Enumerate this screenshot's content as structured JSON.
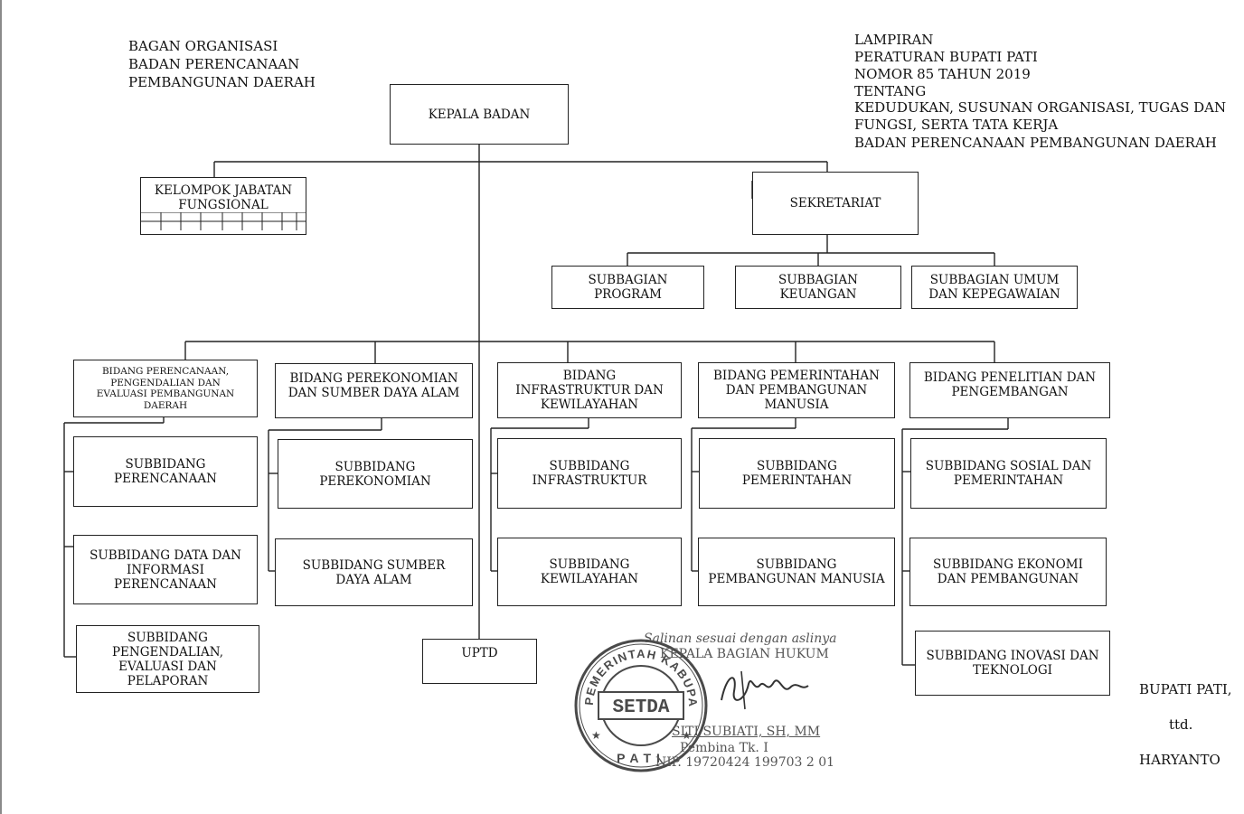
{
  "title": {
    "lines": [
      "BAGAN ORGANISASI",
      "BADAN PERENCANAAN",
      "PEMBANGUNAN DAERAH"
    ]
  },
  "lampiran": {
    "lines": [
      "LAMPIRAN",
      "PERATURAN BUPATI PATI",
      "NOMOR 85   TAHUN 2019",
      "TENTANG",
      "KEDUDUKAN, SUSUNAN ORGANISASI, TUGAS DAN",
      "FUNGSI, SERTA TATA KERJA",
      "BADAN PERENCANAAN PEMBANGUNAN DAERAH"
    ]
  },
  "units": {
    "kepala": "KEPALA BADAN",
    "kelompok": "KELOMPOK JABATAN\nFUNGSIONAL",
    "sekretariat": "SEKRETARIAT",
    "subbagian_program": "SUBBAGIAN\nPROGRAM",
    "subbagian_keuangan": "SUBBAGIAN\nKEUANGAN",
    "subbagian_umum": "SUBBAGIAN UMUM\nDAN KEPEGAWAIAN",
    "bidang_perencanaan": "BIDANG PERENCANAAN,\nPENGENDALIAN  DAN\nEVALUASI PEMBANGUNAN\nDAERAH",
    "bidang_perekonomian": "BIDANG PEREKONOMIAN\nDAN SUMBER DAYA ALAM",
    "bidang_infrastruktur": "BIDANG\nINFRASTRUKTUR DAN\nKEWILAYAHAN",
    "bidang_pemerintahan": "BIDANG PEMERINTAHAN\nDAN PEMBANGUNAN\nMANUSIA",
    "bidang_penelitian": "BIDANG PENELITIAN DAN\nPENGEMBANGAN",
    "sub_perencanaan": "SUBBIDANG\nPERENCANAAN",
    "sub_data": "SUBBIDANG DATA DAN\nINFORMASI\nPERENCANAAN",
    "sub_pengendalian": "SUBBIDANG\nPENGENDALIAN,\nEVALUASI DAN\nPELAPORAN",
    "sub_perekonomian": "SUBBIDANG\nPEREKONOMIAN",
    "sub_sda": "SUBBIDANG SUMBER\nDAYA ALAM",
    "sub_infrastruktur": "SUBBIDANG\nINFRASTRUKTUR",
    "sub_kewilayahan": "SUBBIDANG\nKEWILAYAHAN",
    "sub_pemerintahan": "SUBBIDANG\nPEMERINTAHAN",
    "sub_pembangunan_manusia": "SUBBIDANG\nPEMBANGUNAN MANUSIA",
    "sub_sosial": "SUBBIDANG SOSIAL DAN\nPEMERINTAHAN",
    "sub_ekonomi": "SUBBIDANG EKONOMI\nDAN PEMBANGUNAN",
    "sub_inovasi": "SUBBIDANG INOVASI DAN\nTEKNOLOGI",
    "uptd": "UPTD"
  },
  "stamp": {
    "ring_text": "PEMERINTAH KABUPATEN",
    "center_text": "SETDA",
    "bottom_text": "PATI",
    "salinan": "Salinan sesuai dengan aslinya",
    "kepala_bagian": "KEPALA BAGIAN HUKUM",
    "name": "SITI SUBIATI, SH, MM",
    "rank": "Pembina Tk. I",
    "nip": "NIP. 19720424 199703 2 01"
  },
  "signature": {
    "title": "BUPATI PATI,",
    "ttd": "ttd.",
    "name": "HARYANTO"
  },
  "colors": {
    "line": "#222222",
    "stamp": "#4a4a4a"
  }
}
